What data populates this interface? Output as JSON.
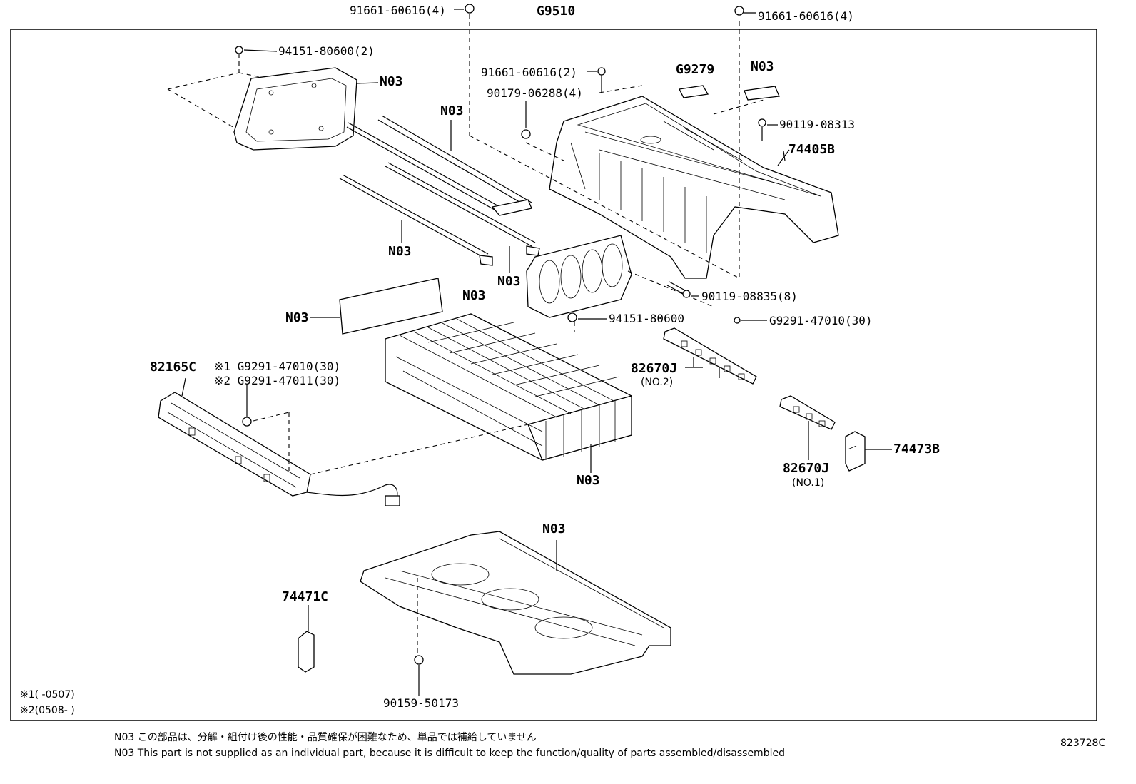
{
  "diagram": {
    "title_code": "G9510",
    "labels": {
      "bolt_top_left": "91661-60616(4)",
      "bolt_top_right": "91661-60616(4)",
      "nut_cover_end": "94151-80600(2)",
      "n03_cover_end": "N03",
      "n03_rods_top": "N03",
      "bolt_mid": "91661-60616(2)",
      "nut_mid": "90179-06288(4)",
      "g9279": "G9279",
      "n03_top_right": "N03",
      "bolt_90119_08313": "90119-08313",
      "cover_74405b": "74405B",
      "n03_rod_lower": "N03",
      "n03_rod_mid": "N03",
      "n03_bracket": "N03",
      "bolt_90119_08835": "90119-08835(8)",
      "nut_94151_80600": "94151-80600",
      "n03_plate": "N03",
      "g9291_47010_right": "G9291-47010(30)",
      "bus_82165c": "82165C",
      "note1_part": "※1 G9291-47010(30)",
      "note2_part": "※2 G9291-47011(30)",
      "conn_82670j_no2": "82670J",
      "conn_82670j_no2_sub": "(NO.2)",
      "conn_82670j_no1": "82670J",
      "conn_82670j_no1_sub": "(NO.1)",
      "cover_74473b": "74473B",
      "n03_cells": "N03",
      "n03_tray": "N03",
      "bracket_74471c": "74471C",
      "bolt_90159_50173": "90159-50173"
    },
    "legend": {
      "mark1": "※1(    -0507)",
      "mark2": "※2(0508-    )"
    },
    "footnote_jp": "N03 この部品は、分解・組付け後の性能・品質確保が困難なため、単品では補給していません",
    "footnote_en": "N03 This part is not supplied as an individual part, because it is difficult to keep the function/quality of parts assembled/disassembled",
    "figure_number": "823728C"
  }
}
